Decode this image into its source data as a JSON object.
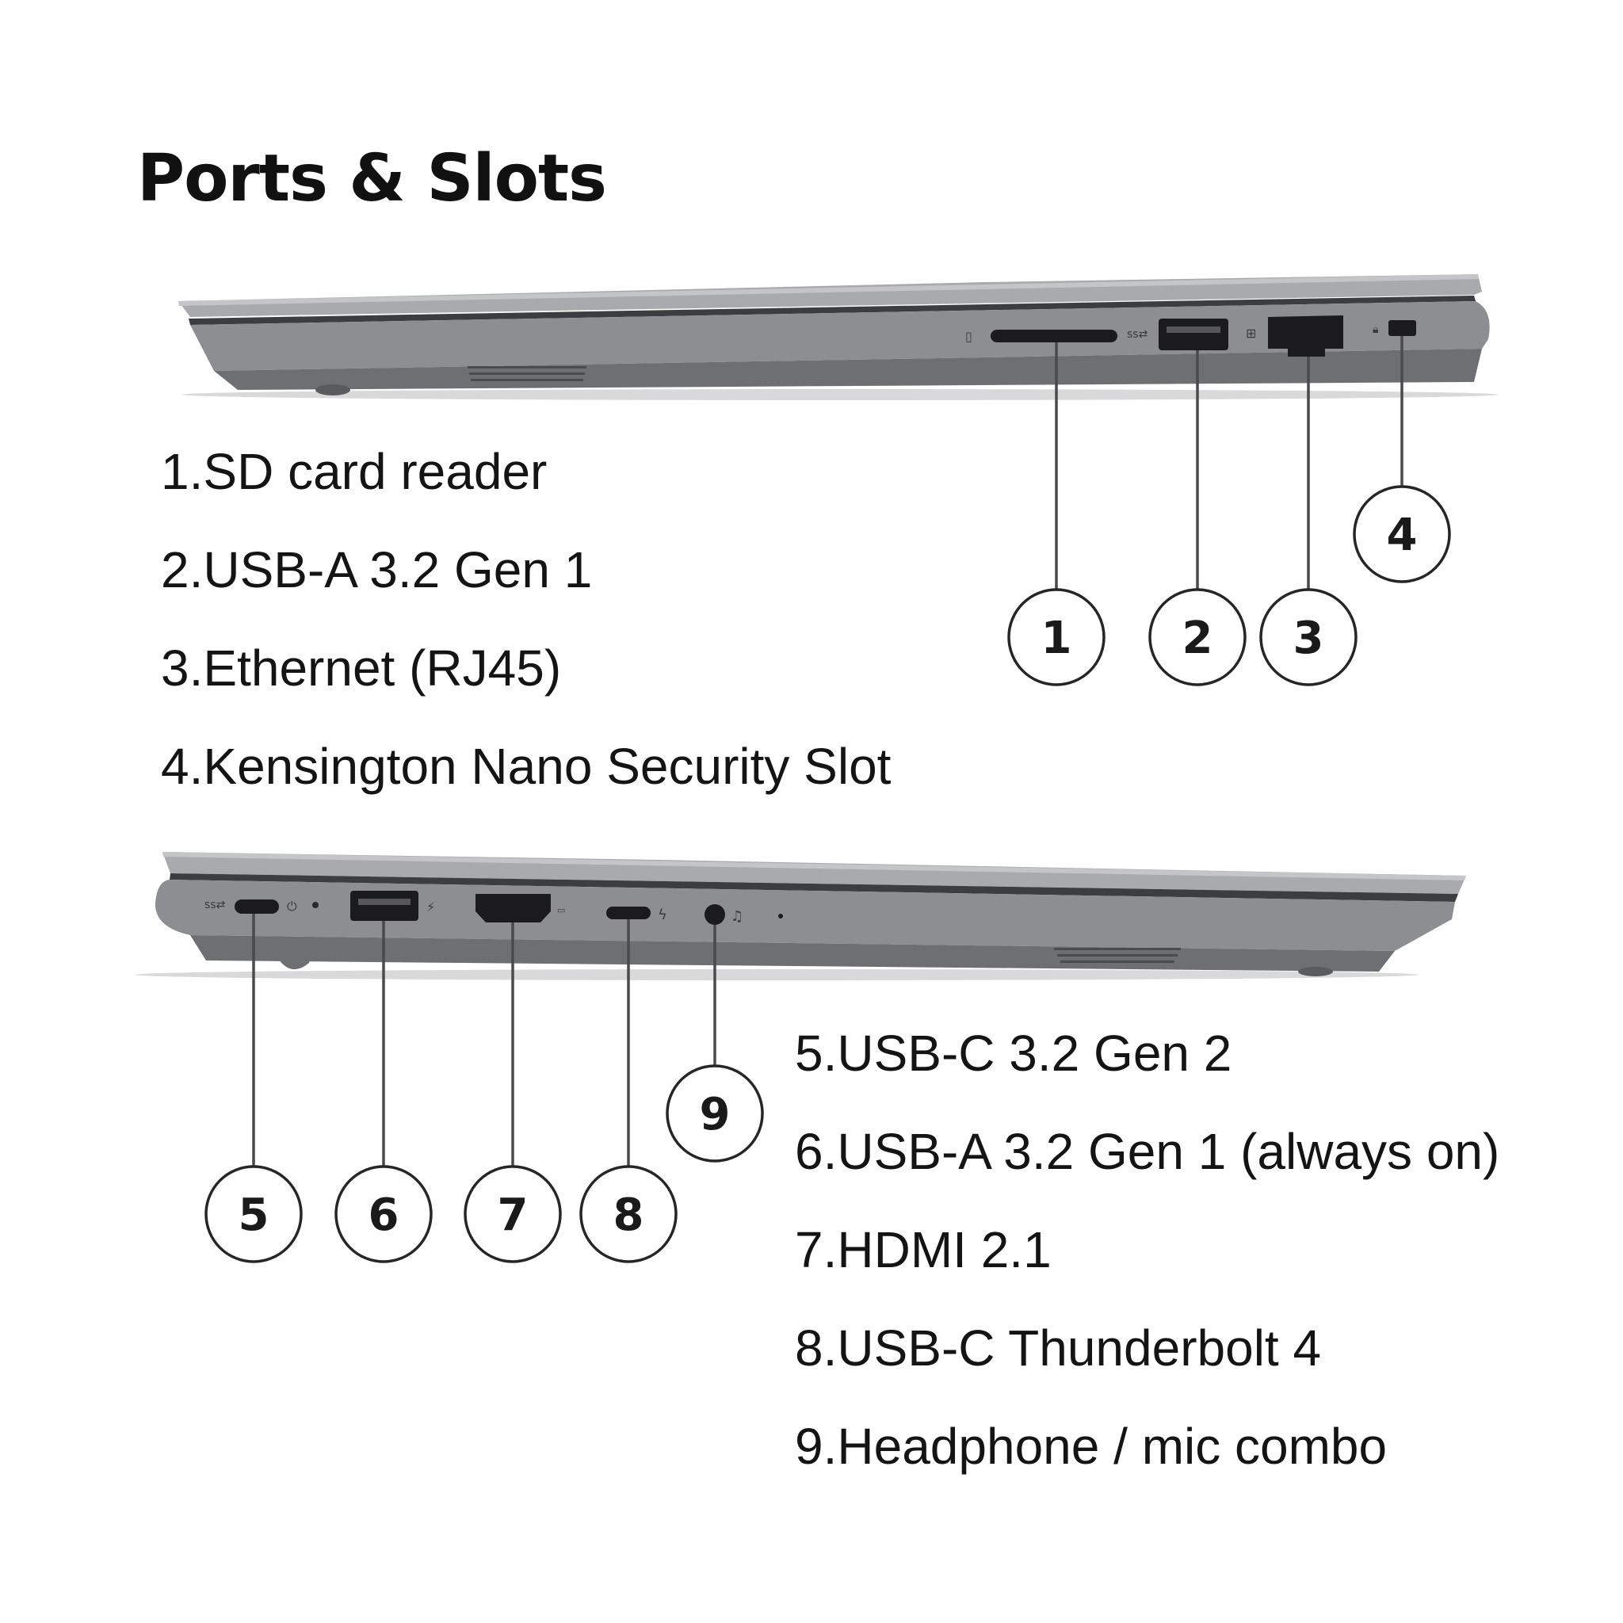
{
  "title": "Ports & Slots",
  "right_side": {
    "ports": [
      {
        "number": "1",
        "label": "1.SD card reader"
      },
      {
        "number": "2",
        "label": "2.USB-A 3.2 Gen 1"
      },
      {
        "number": "3",
        "label": "3.Ethernet (RJ45)"
      },
      {
        "number": "4",
        "label": "4.Kensington Nano Security Slot"
      }
    ]
  },
  "left_side": {
    "ports": [
      {
        "number": "5",
        "label": "5.USB-C 3.2 Gen 2"
      },
      {
        "number": "6",
        "label": "6.USB-A 3.2 Gen 1 (always on)"
      },
      {
        "number": "7",
        "label": "7.HDMI 2.1"
      },
      {
        "number": "8",
        "label": "8.USB-C Thunderbolt 4"
      },
      {
        "number": "9",
        "label": "9.Headphone / mic combo"
      }
    ]
  },
  "colors": {
    "chassis_lid": "#a9aaad",
    "chassis_base": "#8d8e91",
    "chassis_bottom": "#6e6f73",
    "port": "#1b1b1d",
    "text": "#141414"
  },
  "icons": [
    "sd-card-icon",
    "usb-icon",
    "ethernet-icon",
    "lock-icon",
    "usb-c-icon",
    "power-icon",
    "hdmi-icon",
    "thunderbolt-icon",
    "headphone-icon"
  ]
}
